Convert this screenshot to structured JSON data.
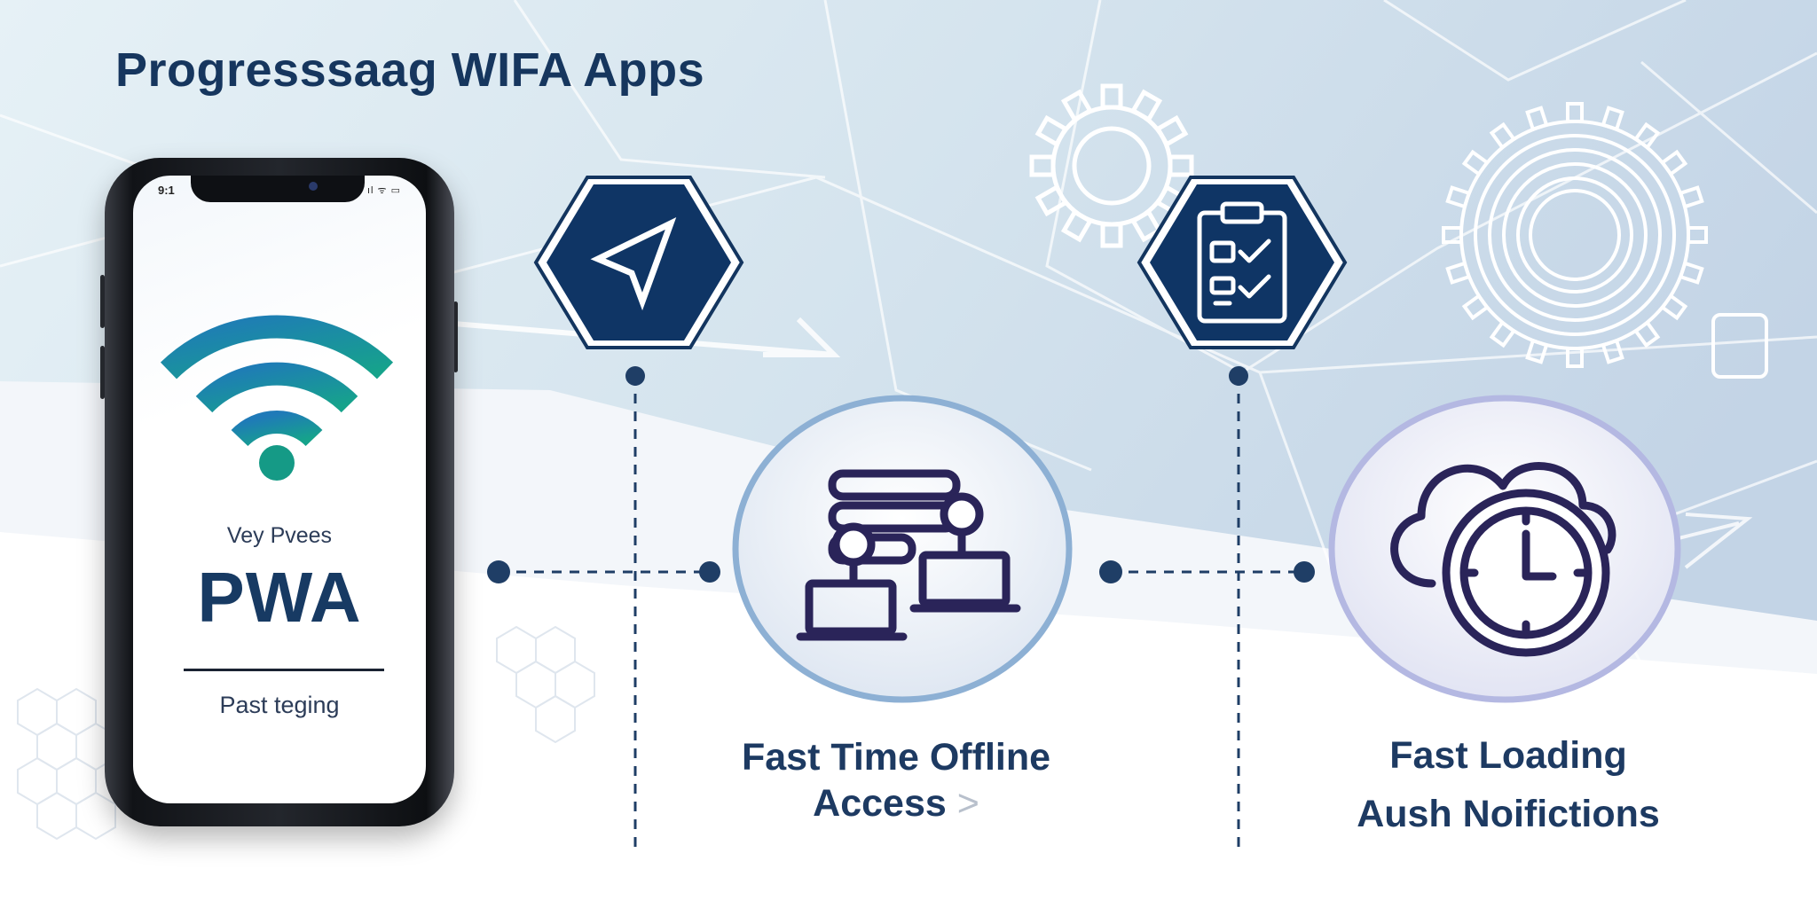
{
  "title": "Progresssaag WIFA Apps",
  "phone": {
    "status_time": "9:1",
    "status_icons": "ıl ᯤ ▭",
    "subtitle": "Vey Pvees",
    "brand": "PWA",
    "caption": "Past teging"
  },
  "features": [
    {
      "hex_icon": "cursor-arrow-icon",
      "circle_icon": "server-network-icon",
      "label_line1": "Fast Time Offline",
      "label_line2": "Access",
      "label_suffix": ">"
    },
    {
      "hex_icon": "clipboard-checklist-icon",
      "circle_icon": "cloud-clock-icon",
      "label_line1": "Fast Loading",
      "label_line2": "Aush Noifictions"
    }
  ],
  "colors": {
    "navy": "#16365e",
    "hex_fill": "#0f3565",
    "teal_start": "#1f7ab8",
    "teal_end": "#16a38b",
    "circle_ring_blue": "#8db0d4",
    "circle_ring_lilac": "#b4b8e2",
    "icon_stroke": "#2a2459"
  },
  "decor_icons": [
    "gear-outline-icon",
    "gear-circles-icon",
    "arrow-up-right-icon"
  ]
}
